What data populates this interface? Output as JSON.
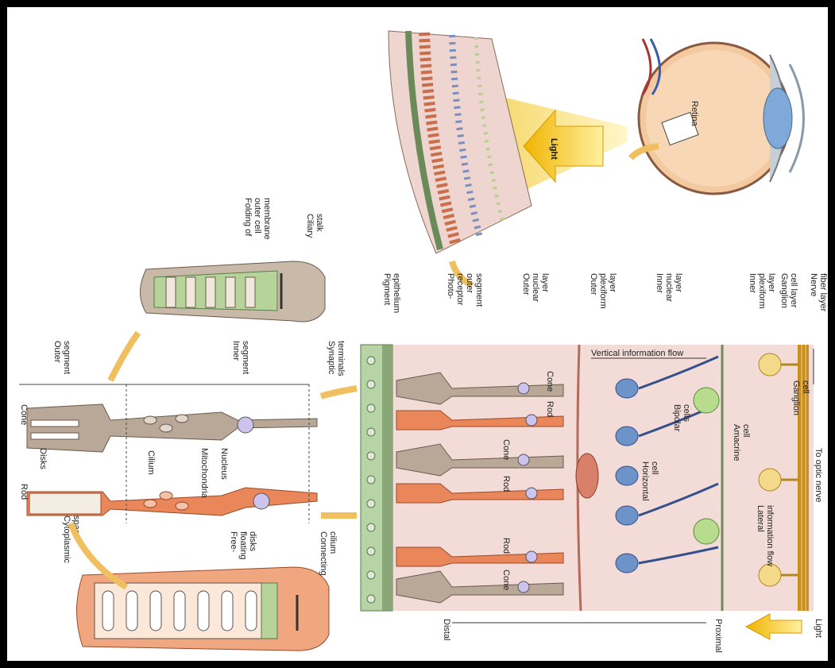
{
  "labels": {
    "retina": "Retina",
    "light_beam": "Light",
    "to_optic_nerve": "To optic nerve",
    "light_bottom": "Light",
    "proximal": "Proximal",
    "distal": "Distal",
    "vertical_flow": "Vertical information flow",
    "lateral_flow": [
      "Lateral",
      "information flow"
    ],
    "ganglion_cell": [
      "Ganglion",
      "cell"
    ],
    "amacrine_cell": [
      "Amacrine",
      "cell"
    ],
    "bipolar_cells": [
      "Bipolar",
      "cells"
    ],
    "horizontal_cell": [
      "Horizontal",
      "cell"
    ],
    "rod": "Rod",
    "cone": "Cone",
    "layers": {
      "nerve_fiber": [
        "Nerve",
        "fiber layer"
      ],
      "ganglion": [
        "Ganglion",
        "cell layer"
      ],
      "inner_plexiform": [
        "Inner",
        "plexiform",
        "layer"
      ],
      "inner_nuclear": [
        "Inner",
        "nuclear",
        "layer"
      ],
      "outer_plexiform": [
        "Outer",
        "plexiform",
        "layer"
      ],
      "outer_nuclear": [
        "Outer",
        "nuclear",
        "layer"
      ],
      "photoreceptor": [
        "Photo-",
        "receptor",
        "outer",
        "segment"
      ],
      "pigment": [
        "Pigment",
        "epithelium"
      ]
    },
    "receptor_row": [
      "Cone",
      "Rod",
      "Cone",
      "Rod",
      "Rod",
      "Cone"
    ],
    "cell_parts": {
      "synaptic_terminals": [
        "Synaptic",
        "terminals"
      ],
      "inner_segment": [
        "Inner",
        "segment"
      ],
      "outer_segment": [
        "Outer",
        "segment"
      ],
      "nucleus": "Nucleus",
      "mitochondria": "Mitochondria",
      "cilium": "Cilium",
      "disks": "Disks",
      "cone": "Cone",
      "rod": "Rod",
      "cytoplasmic_space": [
        "Cytoplasmic",
        "space"
      ]
    },
    "cone_detail": {
      "ciliary_stalk": [
        "Ciliary",
        "stalk"
      ],
      "folding": [
        "Folding of",
        "outer cell",
        "membrane"
      ]
    },
    "rod_detail": {
      "connecting_cilium": [
        "Connecting",
        "cilium"
      ],
      "free_disks": [
        "Free-",
        "floating",
        "disks"
      ]
    }
  },
  "colors": {
    "retina_bg": "#f3d9d6",
    "pigment": "#b8d3a6",
    "rod": "#e9875a",
    "cone": "#b9a898",
    "bipolar": "#6d93c9",
    "amacrine": "#b8dc8d",
    "ganglion": "#e7bd62",
    "nerve": "#c98f1e",
    "light": "#f2c21f"
  }
}
